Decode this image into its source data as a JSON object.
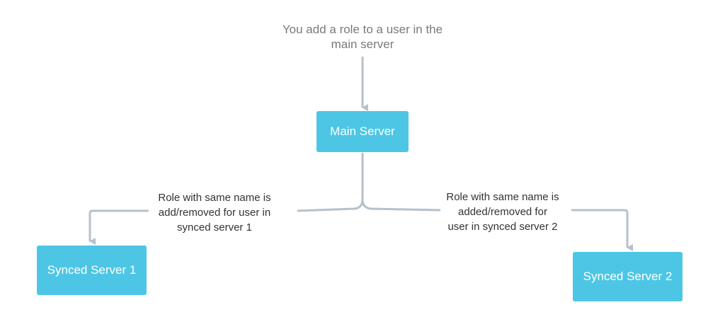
{
  "colors": {
    "node_fill": "#4DC6E6",
    "node_text": "#ffffff",
    "connector": "#B4C1CB",
    "top_text": "#7a7a7a",
    "body_text": "#333333"
  },
  "top_label": {
    "line1": "You add a role to a user in the",
    "line2": "main server"
  },
  "nodes": {
    "main_server": "Main Server",
    "synced_server_1": "Synced Server 1",
    "synced_server_2": "Synced Server 2"
  },
  "left_label": {
    "line1": "Role with same name is",
    "line2": "add/removed for user in",
    "line3": "synced server 1"
  },
  "right_label": {
    "line1": "Role with same name is",
    "line2": "added/removed for",
    "line3": "user in synced server 2"
  }
}
